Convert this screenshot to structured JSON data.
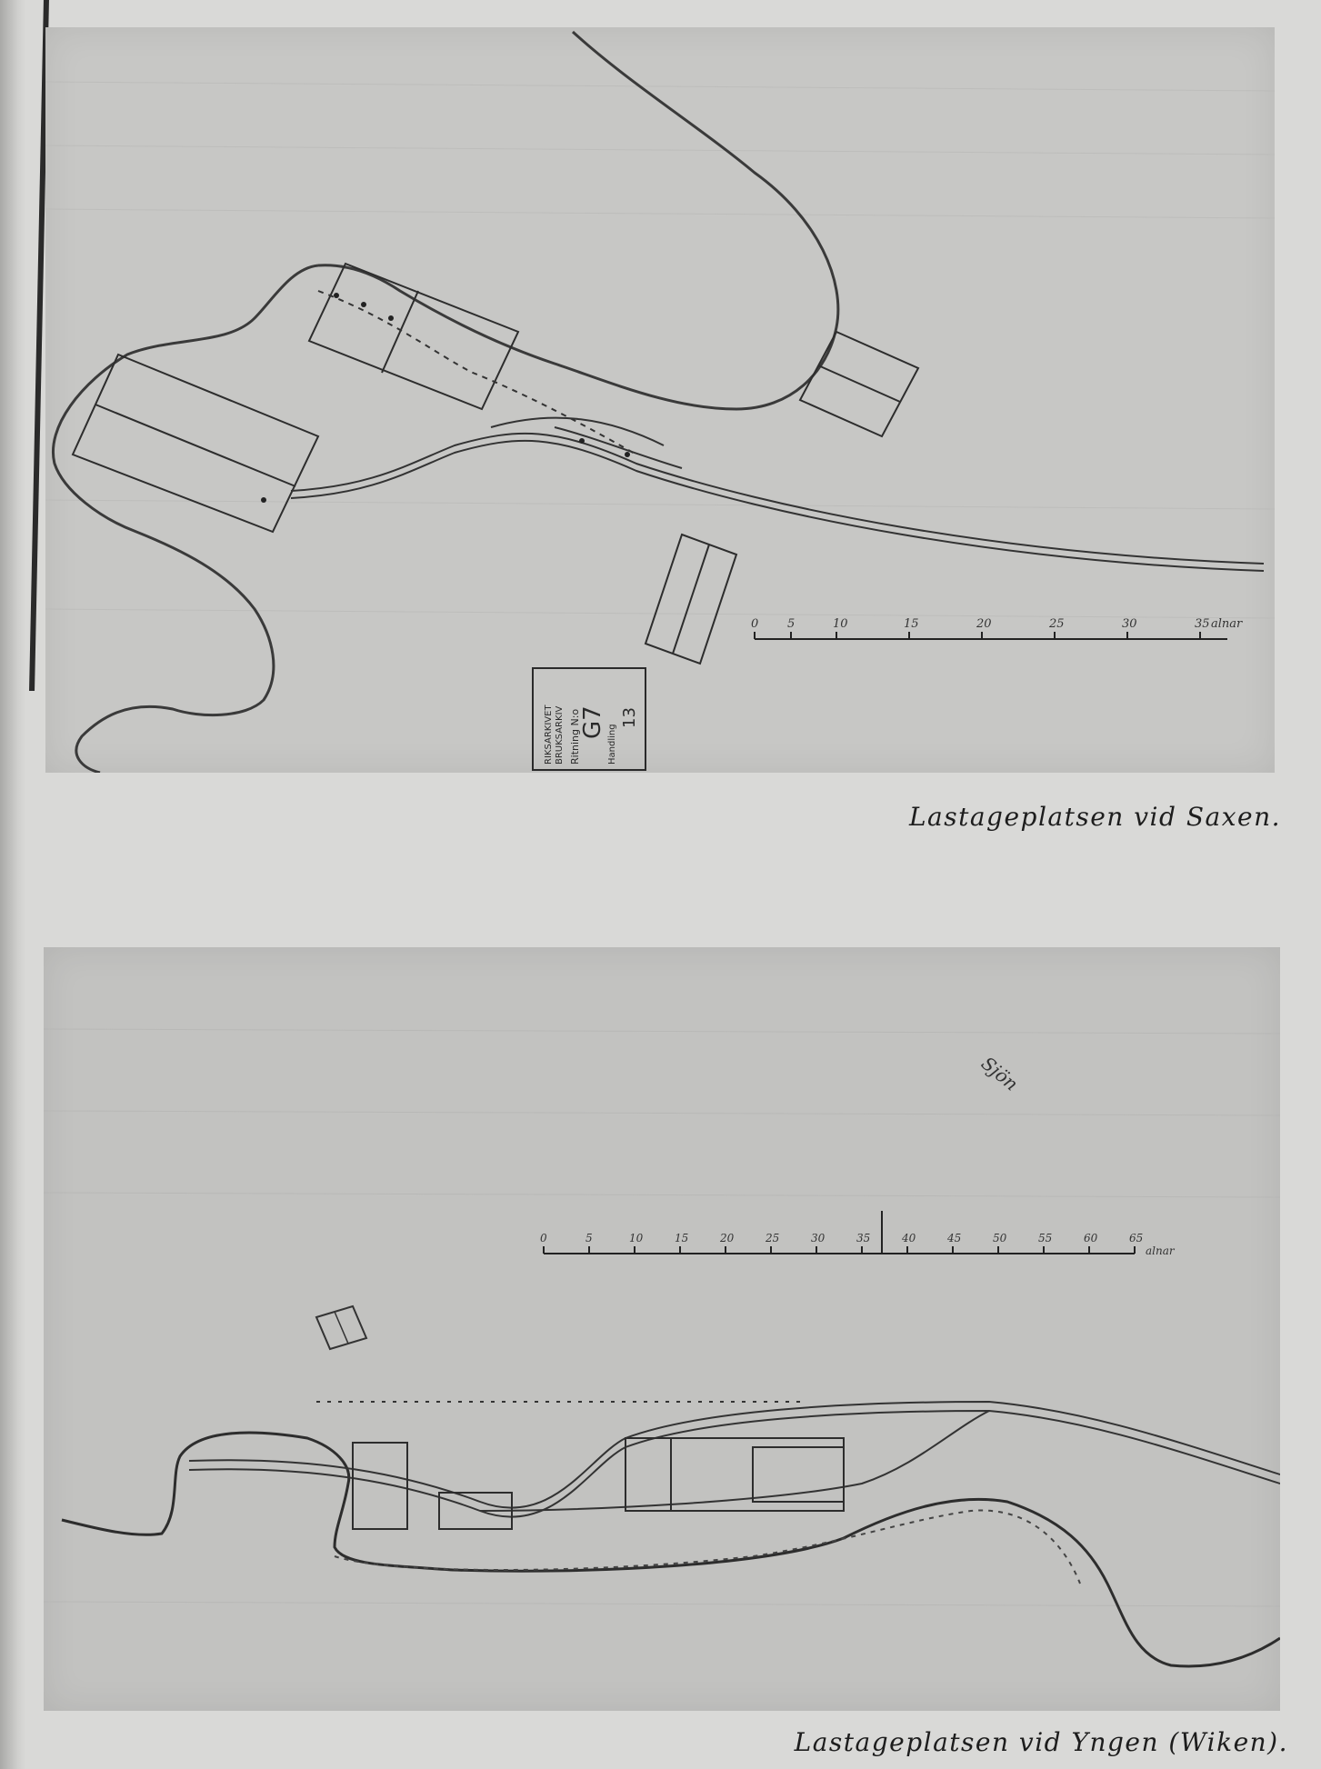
{
  "figures": [
    {
      "caption": "Lastageplatsen vid Saxen.",
      "scale_ticks": [
        "0",
        "5",
        "10",
        "15",
        "20",
        "25",
        "30",
        "35"
      ],
      "scale_unit": "alnar",
      "stamp": {
        "archive_line1": "RIKSARKIVET",
        "archive_line2": "BRUKSARKIV",
        "label": "Ritning N:o",
        "number": "G7",
        "sub_label": "Handling",
        "sub_number": "13"
      }
    },
    {
      "caption": "Lastageplatsen vid Yngen (Wiken).",
      "scale_ticks": [
        "0",
        "5",
        "10",
        "15",
        "20",
        "25",
        "30",
        "35",
        "40",
        "45",
        "50",
        "55",
        "60",
        "65"
      ],
      "scale_unit": "alnar",
      "note": "Sjön"
    }
  ]
}
